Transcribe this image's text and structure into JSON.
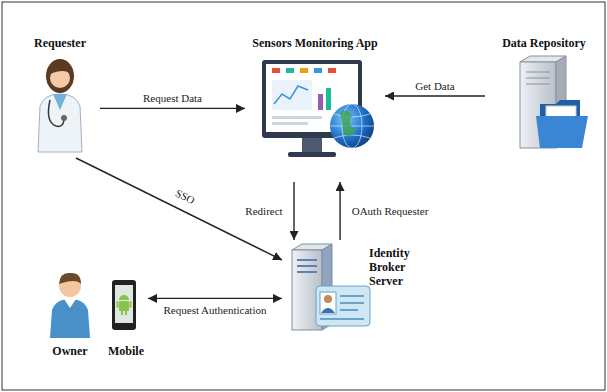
{
  "diagram": {
    "nodes": [
      {
        "text": [
          "Requester"
        ]
      },
      {
        "text": [
          "Sensors Monitoring App"
        ]
      },
      {
        "text": [
          "Data Repository"
        ]
      },
      {
        "text": [
          "Identity Broker Server"
        ]
      },
      {
        "text": [
          "Owner"
        ]
      },
      {
        "text": [
          "Mobile"
        ]
      }
    ],
    "edges": [
      {
        "from": 0,
        "to": 1,
        "label": "Request Data",
        "arrow": "to"
      },
      {
        "from": 2,
        "to": 1,
        "label": "Get Data",
        "arrow": "to"
      },
      {
        "from": 0,
        "to": 3,
        "label": "SSO",
        "arrow": "to"
      },
      {
        "from": 1,
        "to": 3,
        "label": "Redirect",
        "arrow": "to"
      },
      {
        "from": 3,
        "to": 1,
        "label": "OAuth Requester",
        "arrow": "to"
      },
      {
        "from": 5,
        "to": 3,
        "label": "Request Authentication",
        "arrow": "both"
      }
    ]
  }
}
